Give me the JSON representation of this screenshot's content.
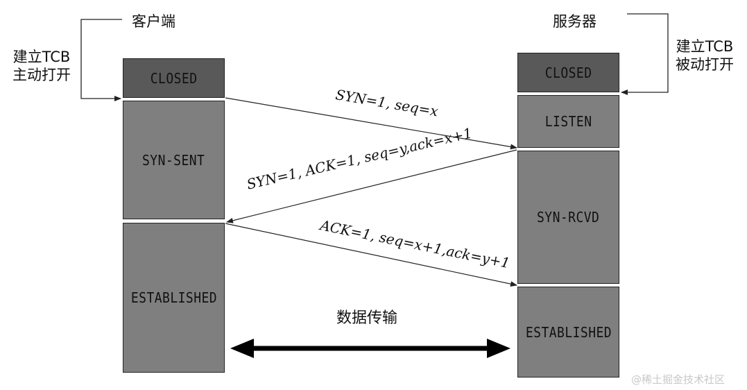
{
  "client": {
    "title": "客户端",
    "open_note_line1": "建立TCB",
    "open_note_line2": "主动打开",
    "states": {
      "closed": "CLOSED",
      "syn_sent": "SYN-SENT",
      "established": "ESTABLISHED"
    }
  },
  "server": {
    "title": "服务器",
    "open_note_line1": "建立TCB",
    "open_note_line2": "被动打开",
    "states": {
      "closed": "CLOSED",
      "listen": "LISTEN",
      "syn_rcvd": "SYN-RCVD",
      "established": "ESTABLISHED"
    }
  },
  "messages": {
    "syn": "SYN=1, seq=x",
    "syn_ack": "SYN=1, ACK=1, seq=y,ack=x+1",
    "ack": "ACK=1, seq=x+1,ack=y+1"
  },
  "data_transfer_label": "数据传输",
  "watermark": "@稀土掘金技术社区",
  "colors": {
    "closed_box": "#595959",
    "state_box": "#7f7f7f",
    "line": "#222222"
  }
}
